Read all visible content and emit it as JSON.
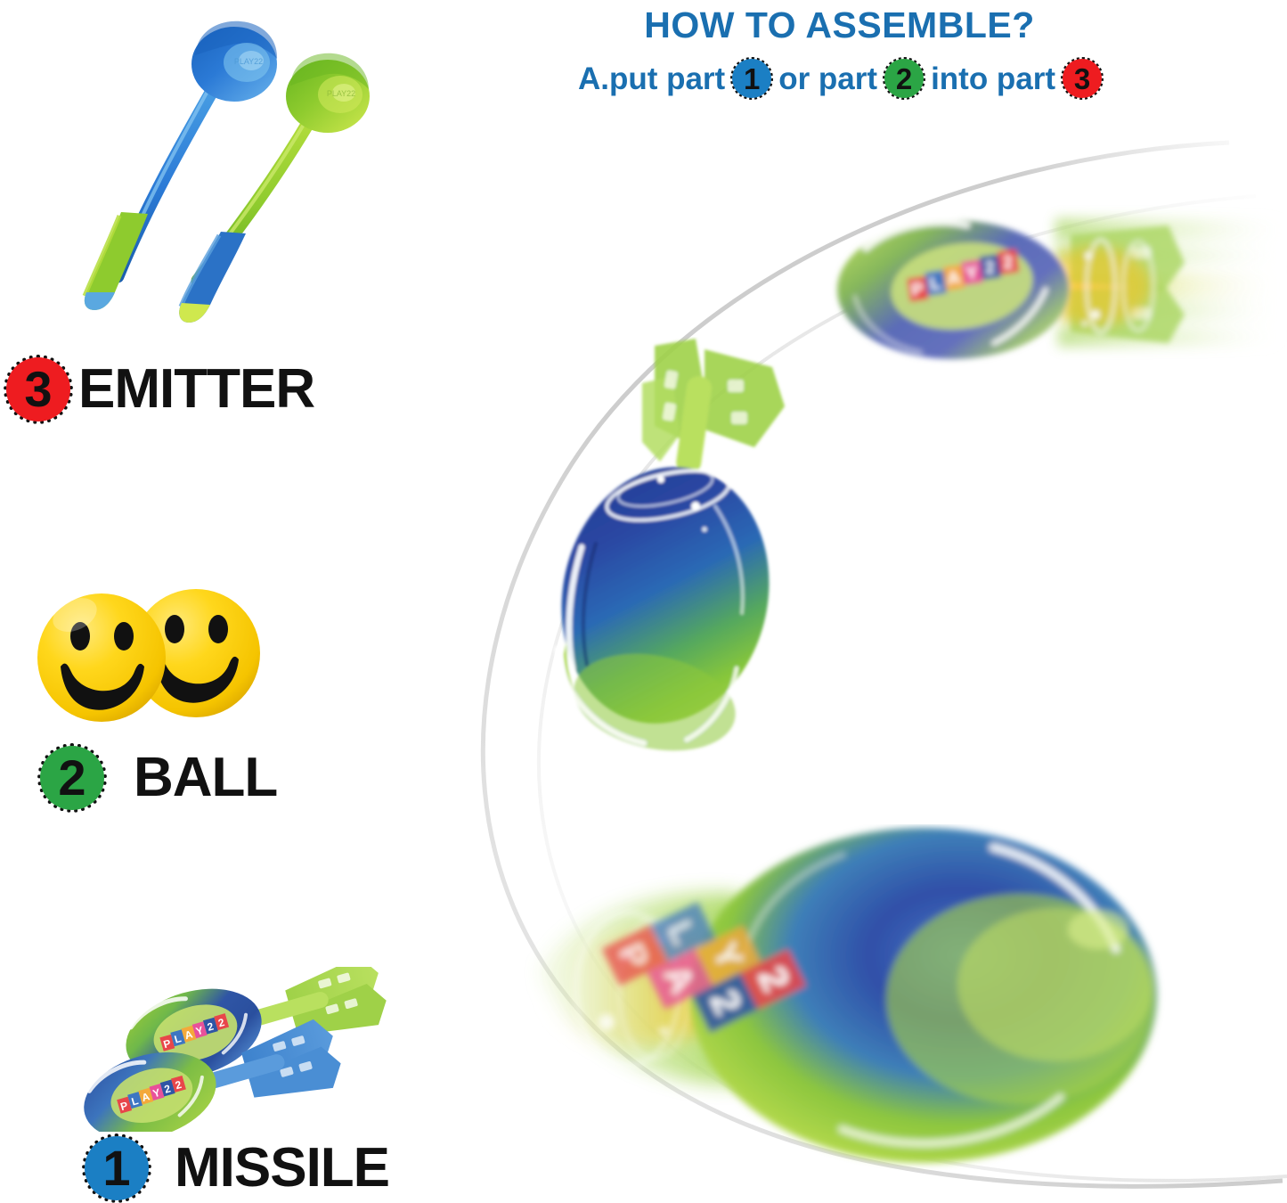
{
  "header": {
    "title": "HOW TO ASSEMBLE?",
    "instruction": {
      "part_a": "A.put part",
      "part_b": "or part",
      "part_c": "into part",
      "badge_1": "1",
      "badge_2": "2",
      "badge_3": "3"
    }
  },
  "parts": [
    {
      "number": "3",
      "name": "EMITTER",
      "color": "#ee1c20"
    },
    {
      "number": "2",
      "name": "BALL",
      "color": "#2ba545"
    },
    {
      "number": "1",
      "name": "MISSILE",
      "color": "#1b7fc4"
    }
  ],
  "branding": {
    "logo_text": "PLAY22",
    "logo_letters": [
      "P",
      "L",
      "A",
      "Y",
      "2",
      "2"
    ]
  },
  "colors": {
    "title_blue": "#1a6fb0",
    "badge_blue": "#1b7fc4",
    "badge_green": "#2ba545",
    "badge_red": "#ee1c20",
    "label_black": "#111111",
    "toy_blue": "#2b72c6",
    "toy_green": "#8ecb3a",
    "ball_yellow": "#ffd400",
    "background": "#ffffff"
  },
  "icon_names": {
    "emitter": "launcher-stick-icon",
    "ball": "smiley-ball-icon",
    "missile": "foam-missile-icon",
    "swoosh": "trajectory-arc-icon"
  }
}
